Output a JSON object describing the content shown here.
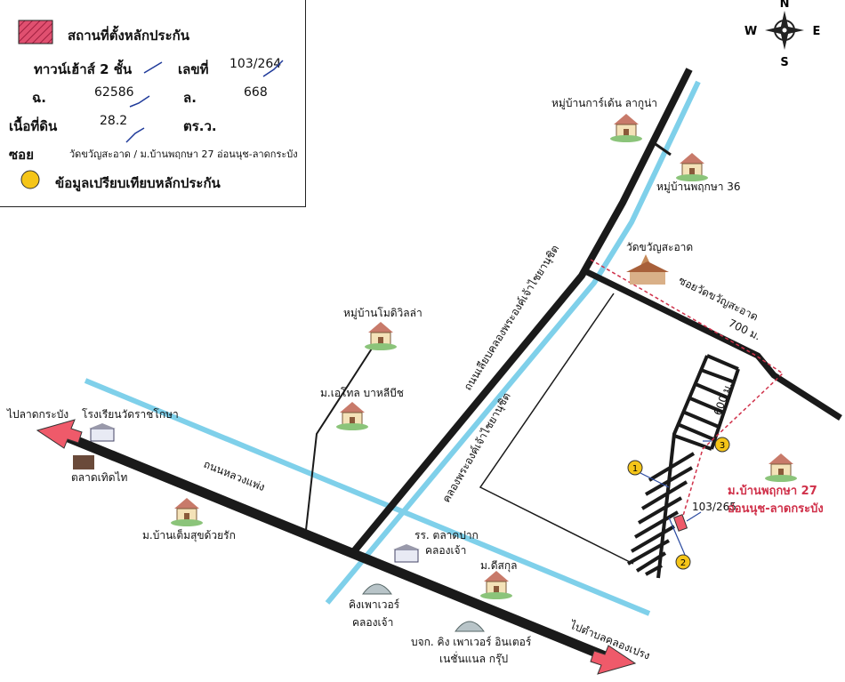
{
  "legend": {
    "title": "สถานที่ตั้งหลักประกัน",
    "type_label": "ทาวน์เฮ้าส์ 2 ชั้น",
    "no_label": "เลขที่",
    "no_value": "103/264",
    "chanode_label": "ฉ.",
    "chanode_value": "62586",
    "lo_label": "ล.",
    "lo_value": "668",
    "area_label": "เนื้อที่ดิน",
    "area_value": "28.2",
    "area_unit": "ตร.ว.",
    "soi_label": "ซอย",
    "soi_value": "วัดขวัญสะอาด / ม.บ้านพฤกษา 27 อ่อนนุช-ลาดกระบัง",
    "compare_label": "ข้อมูลเปรียบเทียบหลักประกัน"
  },
  "compass": {
    "n": "N",
    "s": "S",
    "e": "E",
    "w": "W"
  },
  "roads": {
    "main_road": "ถนนหลวงแพ่ง",
    "canal_road": "ถนนเลียบคลองพระองค์เจ้าไชยานุชิต",
    "canal": "คลองพระองค์เจ้าไชยานุชิต",
    "soi_wat": "ซอยวัดขวัญสะอาด",
    "dist_700": "700 ม.",
    "dist_600": "600 ม."
  },
  "places": {
    "to_ladkrabang": "ไปลาดกระบัง",
    "to_klongprawet": "ไปตำบลคลองเปรง",
    "school": "โรงเรียนวัดราชโกษา",
    "market": "ตลาดเทิดไท",
    "ban_tem_suk": "ม.บ้านเต็มสุขด้วยรัก",
    "ban_modville": "หมู่บ้านโมดิวิลล่า",
    "ban_ethel": "ม.เอโทล บาหลีบีช",
    "school2_a": "รร. ตลาดปาก",
    "school2_b": "คลองเจ้า",
    "ban_disakul": "ม.ดีสกุล",
    "king_power_a": "คิงเพาเวอร์",
    "king_power_b": "คลองเจ้า",
    "king_power_int_a": "บจก. คิง เพาเวอร์ อินเตอร์",
    "king_power_int_b": "เนชั่นแนล กรุ๊ป",
    "ban_garden": "หมู่บ้านการ์เด้น ลากูน่า",
    "ban_pruksa36": "หมู่บ้านพฤกษา 36",
    "wat": "วัดขวัญสะอาด",
    "ban_pruksa27_a": "ม.บ้านพฤกษา 27",
    "ban_pruksa27_b": "อ่อนนุช-ลาดกระบัง",
    "collateral_no": "103/265"
  },
  "markers": [
    "1",
    "2",
    "3"
  ],
  "colors": {
    "road": "#1a1a1a",
    "canal": "#7fd0ea",
    "marker": "#f5c518",
    "arrow": "#ef5a6a",
    "red_text": "#d0314a"
  }
}
